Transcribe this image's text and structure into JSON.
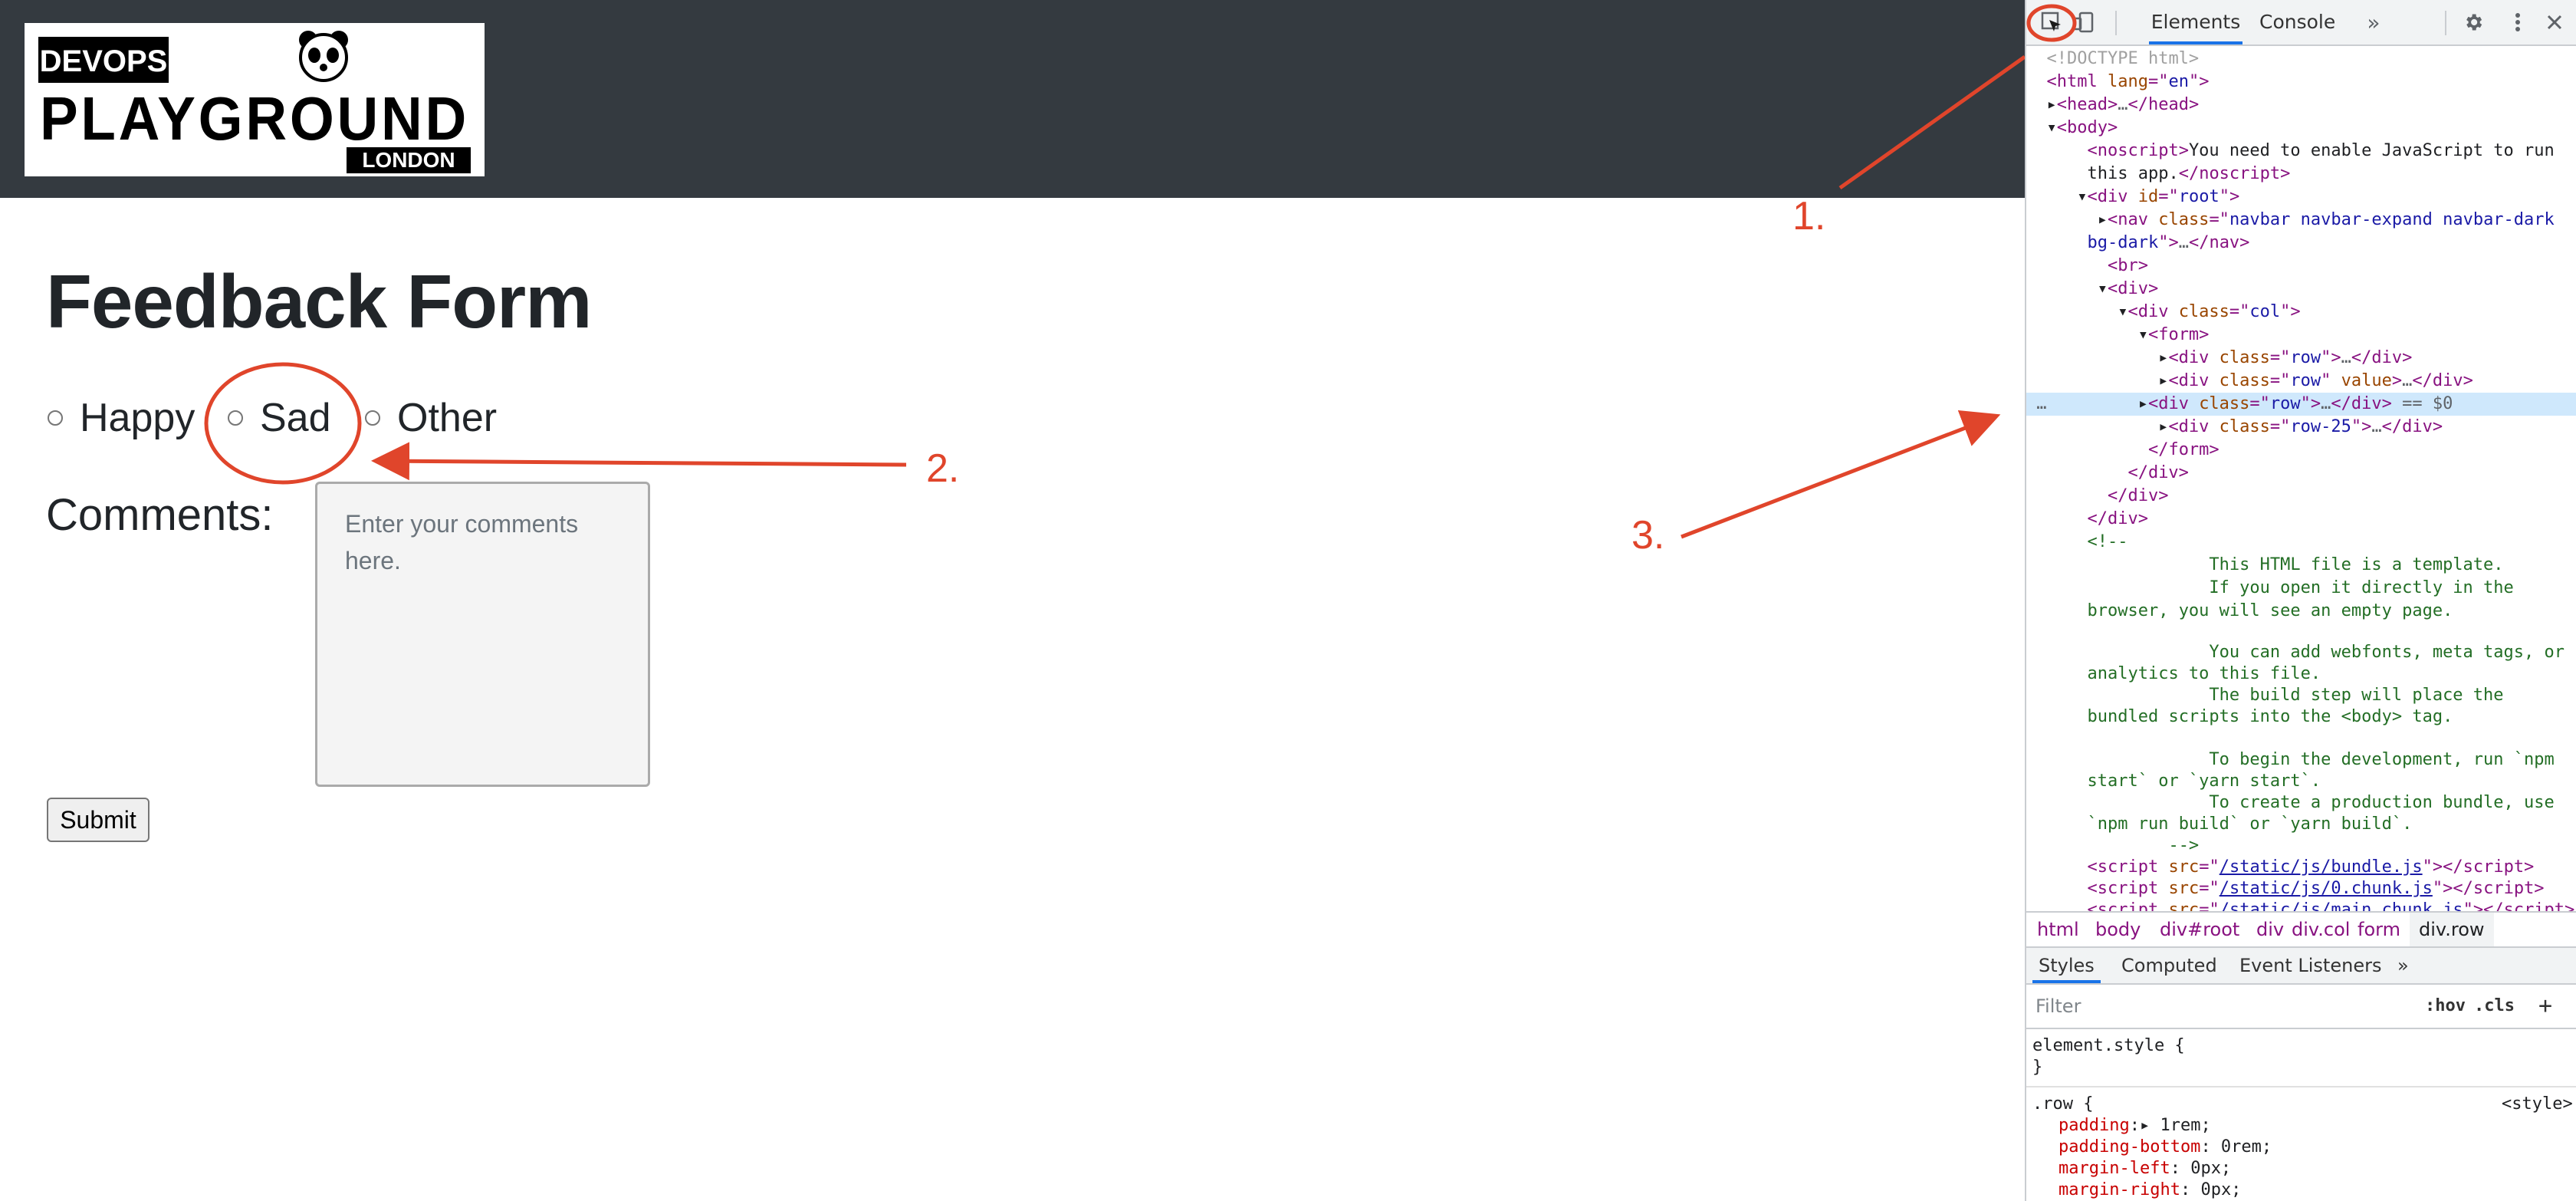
{
  "page": {
    "logo": {
      "line1": "DEVOPS",
      "line2": "PLAYGROUND",
      "line3": "LONDON"
    },
    "form_title": "Feedback Form",
    "radio_options": [
      "Happy",
      "Sad",
      "Other"
    ],
    "comments_label": "Comments:",
    "comments_placeholder": "Enter your comments here.",
    "submit_label": "Submit"
  },
  "annotations": {
    "n1": "1.",
    "n2": "2.",
    "n3": "3.",
    "color": "#e0452b"
  },
  "devtools": {
    "tabs": {
      "elements": "Elements",
      "console": "Console",
      "more": "»"
    },
    "breadcrumbs": [
      "html",
      "body",
      "div#root",
      "div",
      "div.col",
      "form",
      "div.row"
    ],
    "styles_tabs": [
      "Styles",
      "Computed",
      "Event Listeners",
      "»"
    ],
    "filter_placeholder": "Filter",
    "hov": ":hov",
    "cls": ".cls",
    "plus": "+",
    "element_style_open": "element.style {",
    "element_style_close": "}",
    "row_selector": ".row {",
    "row_source": "<style>",
    "row_props": [
      {
        "name": "padding",
        "value": "▸ 1rem;"
      },
      {
        "name": "padding-bottom",
        "value": " 0rem;"
      },
      {
        "name": "margin-left",
        "value": " 0px;"
      },
      {
        "name": "margin-right",
        "value": " 0px;"
      }
    ],
    "dom": {
      "doctype": "<!DOCTYPE html>",
      "noscript_text": "You need to enable JavaScript to run",
      "noscript_text2": "this app.",
      "root_id": "root",
      "nav_class": "navbar navbar-expand navbar-dark",
      "nav_class2": "bg-dark",
      "col_class": "col",
      "row_class": "row",
      "row25_class": "row-25",
      "selected_marker": "== $0",
      "comment": [
        "            This HTML file is a template.",
        "            If you open it directly in the",
        "browser, you will see an empty page.",
        "",
        "            You can add webfonts, meta tags, or",
        "analytics to this file.",
        "            The build step will place the",
        "bundled scripts into the <body> tag.",
        "",
        "            To begin the development, run `npm",
        "start` or `yarn start`.",
        "            To create a production bundle, use",
        "`npm run build` or `yarn build`.",
        "        -->"
      ],
      "scripts": [
        "/static/js/bundle.js",
        "/static/js/0.chunk.js",
        "/static/js/main.chunk.js"
      ]
    }
  }
}
